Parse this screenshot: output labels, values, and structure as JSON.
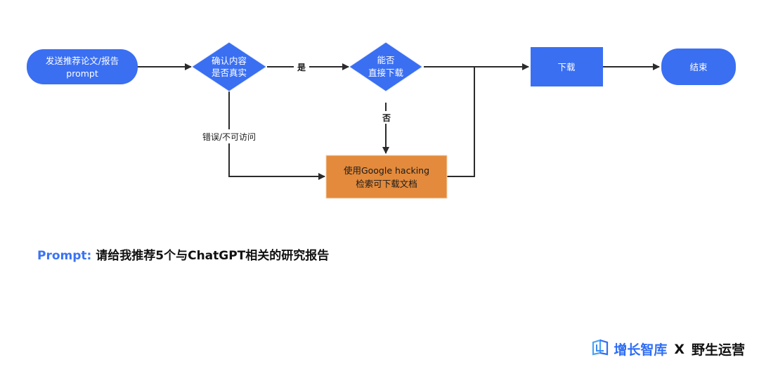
{
  "flowchart": {
    "nodes": {
      "start": {
        "line1": "发送推荐论文/报告",
        "line2": "prompt",
        "color": "#3a6ff2"
      },
      "verify": {
        "line1": "确认内容",
        "line2": "是否真实",
        "color": "#3a6ff2"
      },
      "can_download": {
        "line1": "能否",
        "line2": "直接下载",
        "color": "#3a6ff2"
      },
      "download": {
        "label": "下载",
        "color": "#3a6ff2"
      },
      "end": {
        "label": "结束",
        "color": "#3a6ff2"
      },
      "google_hacking": {
        "line1": "使用Google hacking",
        "line2": "检索可下载文档",
        "color": "#e38a3c"
      }
    },
    "edges": {
      "yes_label": "是",
      "no_label": "否",
      "error_label": "错误/不可访问"
    }
  },
  "prompt": {
    "key": "Prompt:",
    "value": "请给我推荐5个与ChatGPT相关的研究报告",
    "key_color": "#3a73f5"
  },
  "footer": {
    "brand_a": "增长智库",
    "separator": "X",
    "brand_b": "野生运营",
    "logo_icon": "cube-logo-icon",
    "brand_color": "#2f6ef5"
  }
}
